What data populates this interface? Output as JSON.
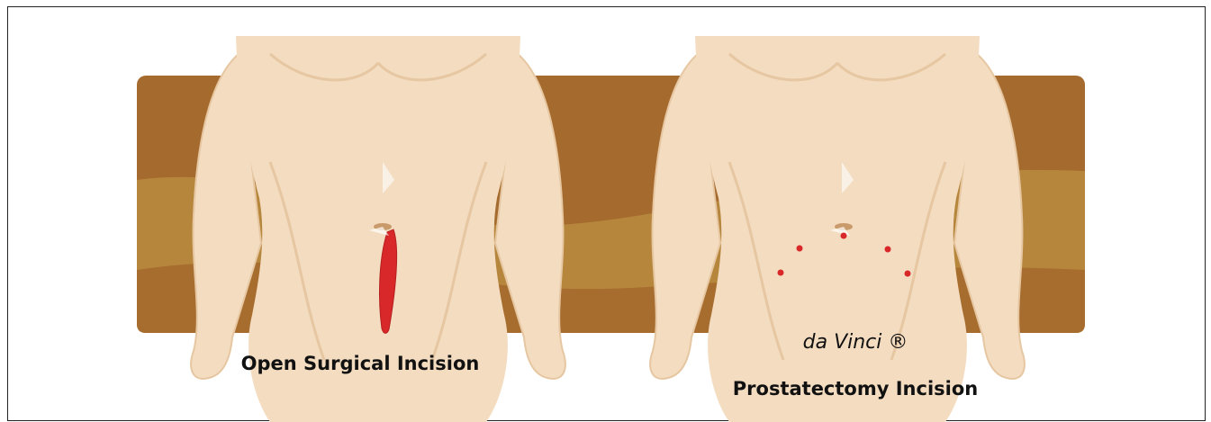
{
  "captions": {
    "open": "Open Surgical Incision",
    "davinci_brand": "da Vinci ®",
    "davinci": "Prostatectomy Incision"
  },
  "colors": {
    "background_band": "#a56a2e",
    "background_band_light": "#b88a3e",
    "skin": "#f3dcc0",
    "skin_shadow": "#e6c7a2",
    "incision": "#d9282a",
    "port": "#d9282a"
  },
  "figures": [
    {
      "name": "open-surgery-torso",
      "incision": "long-vertical"
    },
    {
      "name": "davinci-torso",
      "incision": "five-ports",
      "port_count": 5
    }
  ]
}
